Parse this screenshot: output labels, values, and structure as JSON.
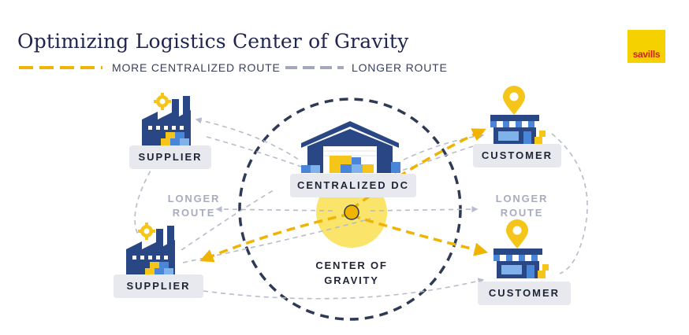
{
  "title": "Optimizing Logistics Center of Gravity",
  "legend": {
    "centralized": {
      "label": "MORE CENTRALIZED ROUTE",
      "color": "#f0b400"
    },
    "longer": {
      "label": "LONGER ROUTE",
      "color": "#a3a8bb"
    }
  },
  "logo": {
    "text": "savills",
    "bg": "#f5d100",
    "text_color": "#d31f1f"
  },
  "nodes": {
    "supplier_top": "SUPPLIER",
    "supplier_bottom": "SUPPLIER",
    "customer_top": "CUSTOMER",
    "customer_bottom": "CUSTOMER",
    "dc": "CENTRALIZED DC"
  },
  "route_labels": {
    "left": {
      "line1": "LONGER",
      "line2": "ROUTE"
    },
    "right": {
      "line1": "LONGER",
      "line2": "ROUTE"
    }
  },
  "center": {
    "line1": "CENTER OF",
    "line2": "GRAVITY"
  },
  "colors": {
    "navy": "#2a4785",
    "blue": "#4a86d8",
    "light_blue": "#7fb2ea",
    "yellow": "#f5c51a",
    "gravity_fill": "#fbe46a",
    "dark_dash": "#2f3a55"
  }
}
